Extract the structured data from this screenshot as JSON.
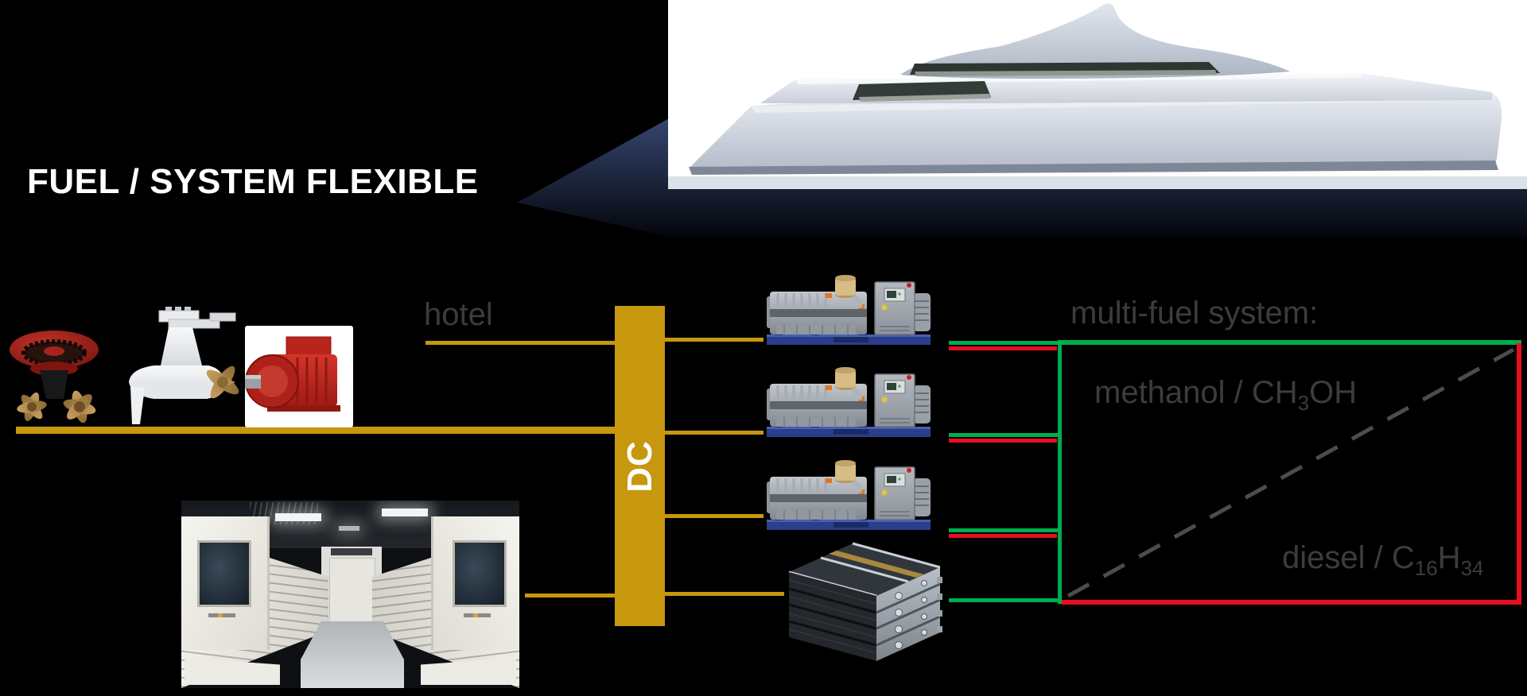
{
  "title": "FUEL / SYSTEM FLEXIBLE",
  "colors": {
    "background": "#000000",
    "bus_gold": "#C7970D",
    "methanol_green": "#00AC4E",
    "diesel_red": "#E60F1E",
    "label_gray": "#3C3C3C",
    "transition_dash_gray": "#4C4C4C",
    "dc_text": "#FFFFFF"
  },
  "dc_bus": {
    "label": "DC"
  },
  "loads": {
    "hotel_label": "hotel"
  },
  "chart": {
    "title": "multi-fuel system:",
    "methanol": {
      "prefix": "methanol / CH",
      "sub": "3",
      "suffix": "OH"
    },
    "diesel": {
      "prefix": "diesel / C",
      "sub1": "16",
      "mid": "H",
      "sub2": "34"
    }
  },
  "chart_data": {
    "type": "area",
    "title": "multi-fuel system:",
    "series": [
      {
        "name": "methanol / CH3OH",
        "color": "#00AC4E",
        "edge": "top-and-left"
      },
      {
        "name": "diesel / C16H34",
        "color": "#E60F1E",
        "edge": "bottom-and-right"
      },
      {
        "name": "fuel transition",
        "style": "dashed",
        "color": "#4C4C4C",
        "from": "bottom-left",
        "to": "top-right"
      }
    ],
    "note": "conceptual fuel-mix transition: each of 4 power sources feeds a green (methanol) and red (diesel) supply line; dashed diagonal shows gradual shift from diesel to methanol"
  },
  "components": {
    "yacht": "yacht-rendering",
    "bow_thruster": "red-azimuth-thruster",
    "pod_thruster": "white-pod-thruster",
    "motor": "electric-propulsion-motor",
    "battery": "battery-room-photo",
    "gensets": [
      "genset-1",
      "genset-2",
      "genset-3"
    ],
    "fuel_cell": "fuel-cell-stack"
  }
}
